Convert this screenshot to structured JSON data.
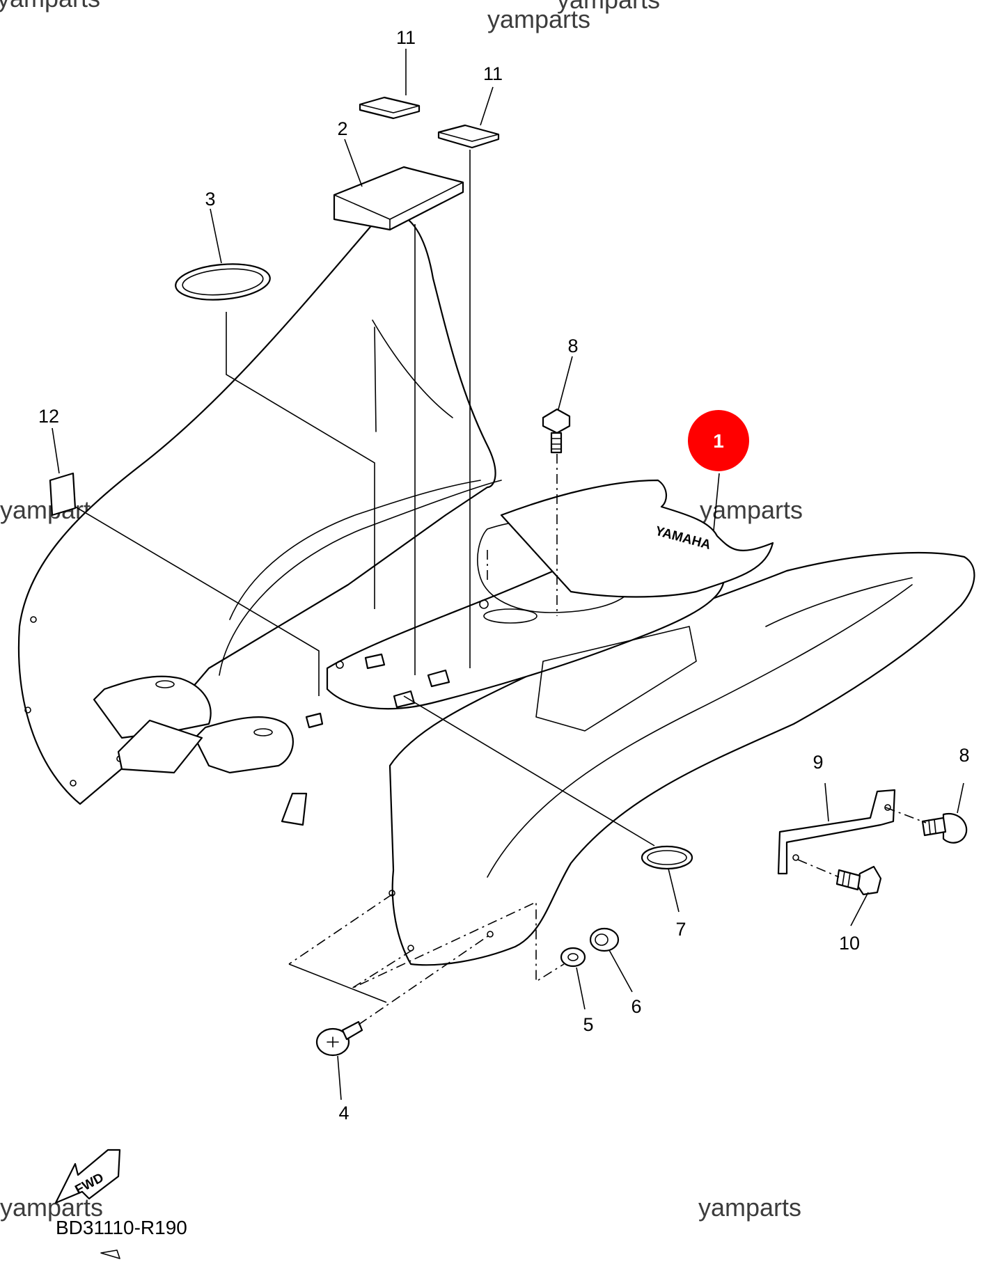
{
  "diagram": {
    "code": "BD31110-R190",
    "fwd_label": "FWD",
    "logo_text": "YAMAHA",
    "highlight": {
      "label": "1",
      "color": "#ff0000"
    },
    "watermark": "yamparts",
    "callouts": {
      "c2": "2",
      "c3": "3",
      "c4": "4",
      "c5": "5",
      "c6": "6",
      "c7": "7",
      "c8a": "8",
      "c8b": "8",
      "c9": "9",
      "c10": "10",
      "c11a": "11",
      "c11b": "11",
      "c12": "12"
    }
  }
}
